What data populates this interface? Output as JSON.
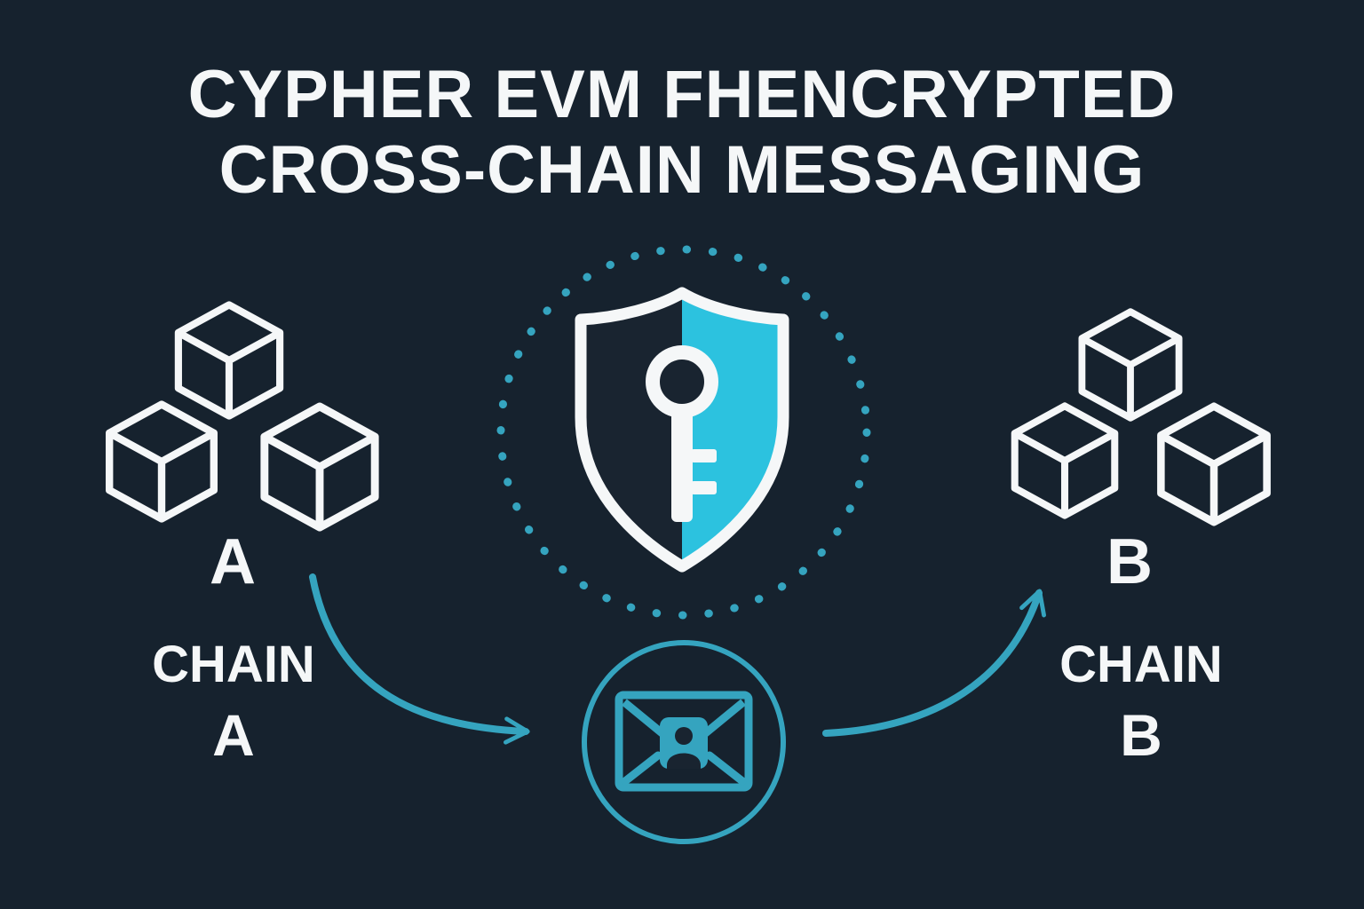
{
  "title": {
    "line1": "CYPHER EVM FHENCRYPTED",
    "line2": "CROSS-CHAIN MESSAGING"
  },
  "left_chain": {
    "block_letter": "A",
    "caption_line1": "CHAIN",
    "caption_line2": "A"
  },
  "right_chain": {
    "block_letter": "B",
    "caption_line1": "CHAIN",
    "caption_line2": "B"
  },
  "icons": {
    "left_blocks": "blockchain-cubes-icon",
    "right_blocks": "blockchain-cubes-icon",
    "center_top": "shield-key-icon",
    "center_bottom": "encrypted-envelope-icon",
    "flow": "curved-arrow-icon"
  },
  "colors": {
    "background": "#16222e",
    "text": "#f5f7f8",
    "accent": "#35a4bf",
    "shield_cyan": "#2cc2df",
    "dark": "#192430"
  }
}
